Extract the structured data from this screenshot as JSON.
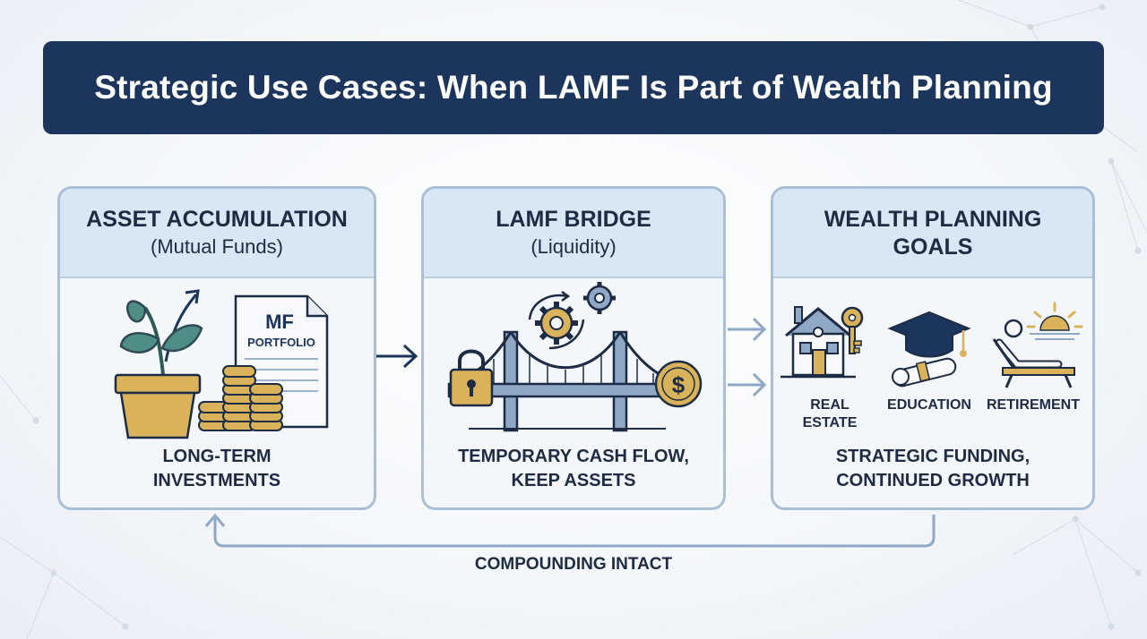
{
  "title": "Strategic Use Cases: When LAMF Is Part of Wealth Planning",
  "panels": [
    {
      "heading_line1": "ASSET ACCUMULATION",
      "heading_line2": "(Mutual Funds)",
      "icon_text_line1": "MF",
      "icon_text_line2": "PORTFOLIO",
      "footer_line1": "LONG-TERM",
      "footer_line2": "INVESTMENTS"
    },
    {
      "heading_line1": "LAMF BRIDGE",
      "heading_line2": "(Liquidity)",
      "coin_symbol": "$",
      "footer_line1": "TEMPORARY CASH FLOW,",
      "footer_line2": "KEEP ASSETS"
    },
    {
      "heading_line1": "WEALTH PLANNING",
      "heading_line2": "GOALS",
      "goals": [
        {
          "label_line1": "REAL",
          "label_line2": "ESTATE"
        },
        {
          "label_line1": "EDUCATION",
          "label_line2": ""
        },
        {
          "label_line1": "RETIREMENT",
          "label_line2": ""
        }
      ],
      "footer_line1": "STRATEGIC FUNDING,",
      "footer_line2": "CONTINUED GROWTH"
    }
  ],
  "loop_label": "COMPOUNDING INTACT",
  "colors": {
    "navy": "#1b355c",
    "panel_border": "#a9bfd8",
    "panel_head": "#d9e6f3",
    "gold": "#d9b25a",
    "slate": "#7f97b3",
    "leaf": "#4f8d87"
  },
  "icons": [
    "plant-pot-icon",
    "growth-arrow-icon",
    "coin-stack-icon",
    "document-icon",
    "gear-icon",
    "padlock-icon",
    "bridge-icon",
    "dollar-coin-icon",
    "house-icon",
    "key-icon",
    "graduation-cap-icon",
    "diploma-icon",
    "sun-icon",
    "lounge-chair-icon"
  ]
}
